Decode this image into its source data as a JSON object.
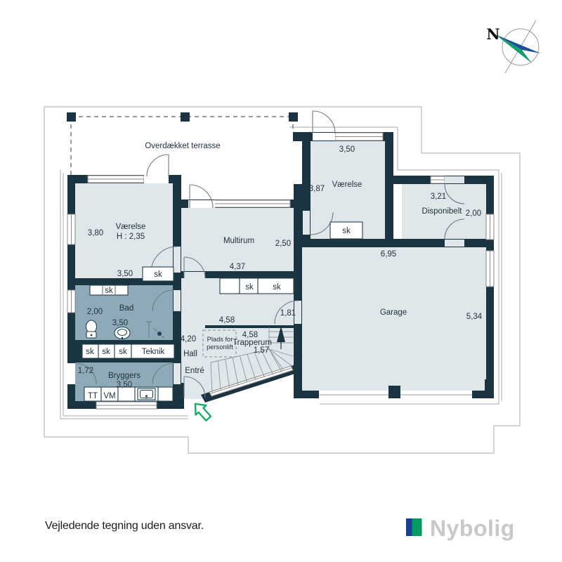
{
  "compass": {
    "label": "N"
  },
  "plan": {
    "terrace_label": "Overdækket terrasse",
    "closet_label": "sk",
    "rooms": {
      "vaerelse_left": {
        "name": "Værelse",
        "ceiling_height": "H : 2,35",
        "depth": "3,80",
        "width": "3,50"
      },
      "multirum": {
        "name": "Multirum",
        "depth": "2,50",
        "width": "4,37"
      },
      "vaerelse_top": {
        "name": "Værelse",
        "width": "3,50",
        "depth": "3,87"
      },
      "disponibelt": {
        "name": "Disponibelt",
        "width": "3,21",
        "depth": "2,00"
      },
      "garage": {
        "name": "Garage",
        "width": "6,95",
        "depth": "5,34"
      },
      "bad": {
        "name": "Bad",
        "depth": "2,00",
        "width": "3,50"
      },
      "teknik": {
        "name": "Teknik"
      },
      "bryggers": {
        "name": "Bryggers",
        "door_width": "1,72",
        "width": "3,50",
        "appliance_tt": "TT",
        "appliance_vm": "VM"
      },
      "hall": {
        "name": "Hall",
        "width": "4,58",
        "depth": "4,20",
        "door_width": "1,81"
      },
      "entre": {
        "name": "Entré"
      },
      "trapperum": {
        "name": "Trapperum",
        "width": "4,58",
        "depth": "1,57"
      },
      "personlift": {
        "line1": "Plads for",
        "line2": "personlift"
      }
    }
  },
  "footer": {
    "disclaimer": "Vejledende tegning uden ansvar.",
    "brand": "Nybolig"
  },
  "colors": {
    "wall": "#1b3441",
    "room_light": "#dfe7eb",
    "room_wet": "#8ea9b7",
    "arrow_green": "#1cab67",
    "compass_blue": "#1d4f9c",
    "compass_green": "#12a06b",
    "logo_blue": "#1b3e90",
    "logo_green": "#009b62",
    "logo_gray": "#c7c8ca"
  }
}
